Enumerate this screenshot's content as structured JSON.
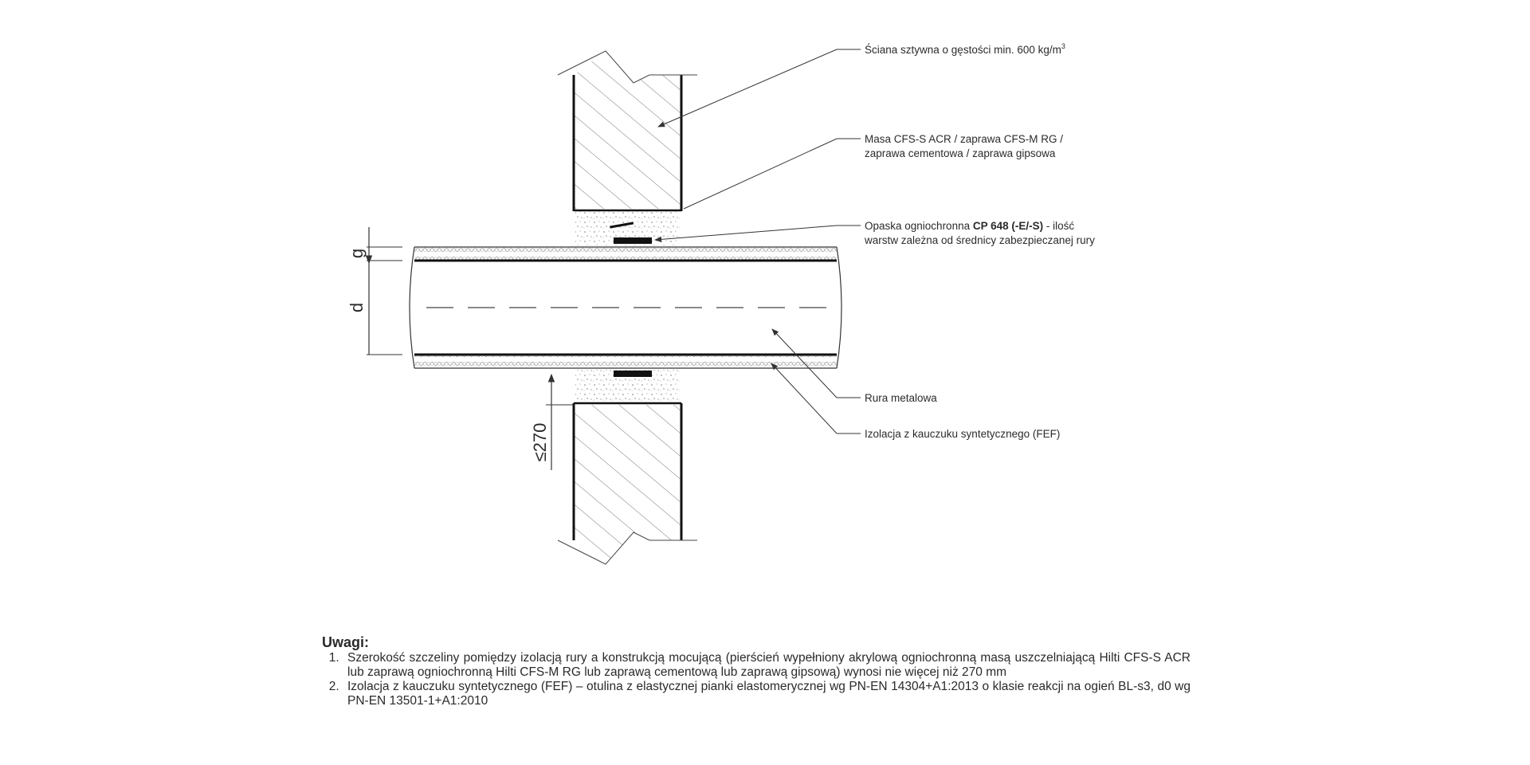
{
  "labels": {
    "wall": "Ściana sztywna o gęstości min. 600 kg/m",
    "wall_sup": "3",
    "mass_line1": "Masa CFS-S ACR / zaprawa CFS-M RG /",
    "mass_line2": "zaprawa cementowa / zaprawa gipsowa",
    "wrap_line1_a": "Opaska ogniochronna ",
    "wrap_line1_b": "CP 648 (-E/-S)",
    "wrap_line1_c": " - ilość",
    "wrap_line2": "warstw zależna od średnicy zabezpieczanej rury",
    "pipe": "Rura metalowa",
    "insulation": "Izolacja z kauczuku syntetycznego (FEF)"
  },
  "dimensions": {
    "g": "g",
    "d": "d",
    "gap": "≤270"
  },
  "notes": {
    "title": "Uwagi:",
    "items": [
      "Szerokość szczeliny pomiędzy izolacją rury a konstrukcją mocującą (pierścień wypełniony akrylową ogniochronną masą uszczelniającą Hilti CFS-S ACR lub zaprawą ogniochronną Hilti CFS-M RG lub zaprawą cementową lub zaprawą gipsową) wynosi nie więcej niż 270 mm",
      "Izolacja z kauczuku syntetycznego (FEF) – otulina z elastycznej pianki elastomerycznej wg PN-EN 14304+A1:2013 o klasie reakcji na ogień BL-s3, d0 wg PN-EN 13501-1+A1:2010"
    ]
  }
}
